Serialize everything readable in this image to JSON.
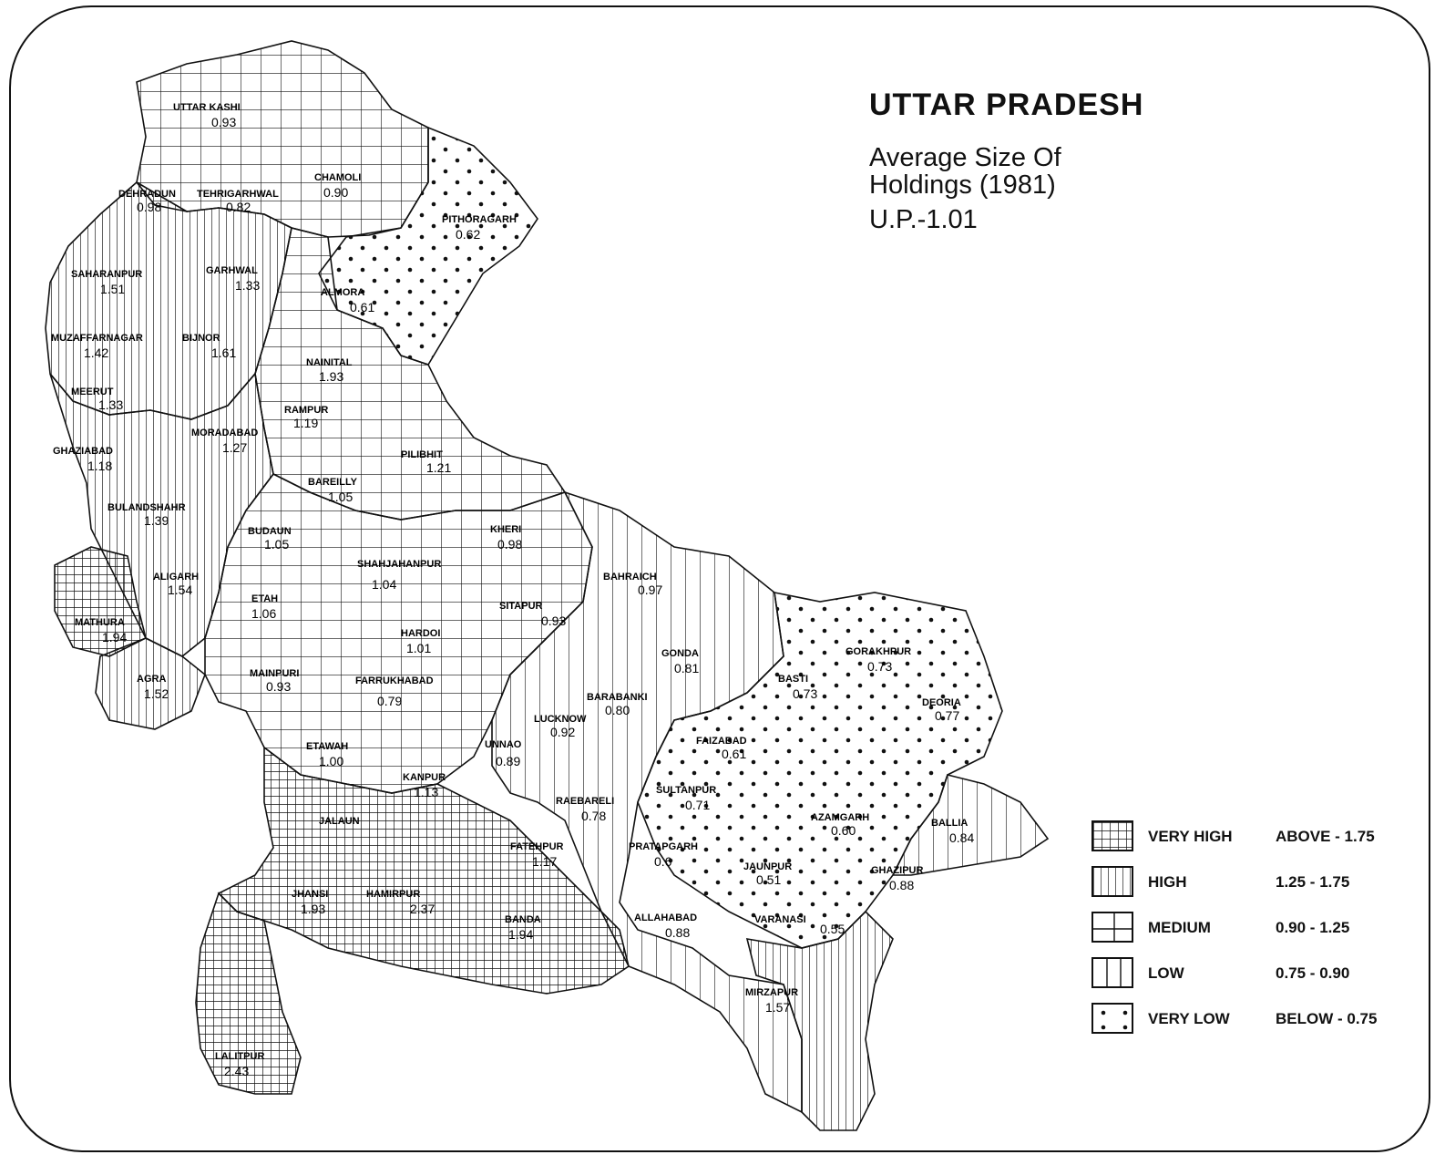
{
  "title": "UTTAR PRADESH",
  "subtitle_line1": "Average Size Of",
  "subtitle_line2": "Holdings (1981)",
  "state_average": "U.P.-1.01",
  "legend": [
    {
      "class": "VERY HIGH",
      "range": "ABOVE - 1.75",
      "pattern": "grid-dense"
    },
    {
      "class": "HIGH",
      "range": "1.25 - 1.75",
      "pattern": "vertical-dense"
    },
    {
      "class": "MEDIUM",
      "range": "0.90 - 1.25",
      "pattern": "grid-open"
    },
    {
      "class": "LOW",
      "range": "0.75 - 0.90",
      "pattern": "vertical-open"
    },
    {
      "class": "VERY LOW",
      "range": "BELOW - 0.75",
      "pattern": "dots"
    }
  ],
  "districts": [
    {
      "name": "UTTAR KASHI",
      "value": "0.93"
    },
    {
      "name": "CHAMOLI",
      "value": "0.90"
    },
    {
      "name": "DEHRADUN",
      "value": "0.98"
    },
    {
      "name": "TEHRIGARHWAL",
      "value": "0.82"
    },
    {
      "name": "PITHORAGARH",
      "value": "0.62"
    },
    {
      "name": "SAHARANPUR",
      "value": "1.51"
    },
    {
      "name": "GARHWAL",
      "value": "1.33"
    },
    {
      "name": "ALMORA",
      "value": "0.61"
    },
    {
      "name": "MUZAFFARNAGAR",
      "value": "1.42"
    },
    {
      "name": "BIJNOR",
      "value": "1.61"
    },
    {
      "name": "NAINITAL",
      "value": "1.93"
    },
    {
      "name": "MEERUT",
      "value": "1.33"
    },
    {
      "name": "RAMPUR",
      "value": "1.19"
    },
    {
      "name": "MORADABAD",
      "value": "1.27"
    },
    {
      "name": "GHAZIABAD",
      "value": "1.18"
    },
    {
      "name": "PILIBHIT",
      "value": "1.21"
    },
    {
      "name": "BAREILLY",
      "value": "1.05"
    },
    {
      "name": "BULANDSHAHR",
      "value": "1.39"
    },
    {
      "name": "BUDAUN",
      "value": "1.05"
    },
    {
      "name": "KHERI",
      "value": "0.98"
    },
    {
      "name": "SHAHJAHANPUR",
      "value": "1.04"
    },
    {
      "name": "ALIGARH",
      "value": "1.54"
    },
    {
      "name": "BAHRAICH",
      "value": "0.97"
    },
    {
      "name": "ETAH",
      "value": "1.06"
    },
    {
      "name": "MATHURA",
      "value": "1.94"
    },
    {
      "name": "SITAPUR",
      "value": "0.93"
    },
    {
      "name": "HARDOI",
      "value": "1.01"
    },
    {
      "name": "GONDA",
      "value": "0.81"
    },
    {
      "name": "GORAKHPUR",
      "value": "0.73"
    },
    {
      "name": "BASTI",
      "value": "0.73"
    },
    {
      "name": "MAINPURI",
      "value": "0.93"
    },
    {
      "name": "FARRUKHABAD",
      "value": "0.79"
    },
    {
      "name": "AGRA",
      "value": "1.52"
    },
    {
      "name": "BARABANKI",
      "value": "0.80"
    },
    {
      "name": "DEORIA",
      "value": "0.77"
    },
    {
      "name": "LUCKNOW",
      "value": "0.92"
    },
    {
      "name": "ETAWAH",
      "value": "1.00"
    },
    {
      "name": "FAIZABAD",
      "value": "0.61"
    },
    {
      "name": "UNNAO",
      "value": "0.89"
    },
    {
      "name": "KANPUR",
      "value": "1.13"
    },
    {
      "name": "SULTANPUR",
      "value": "0.71"
    },
    {
      "name": "RAEBARELI",
      "value": "0.78"
    },
    {
      "name": "AZAMGARH",
      "value": "0.60"
    },
    {
      "name": "BALLIA",
      "value": "0.84"
    },
    {
      "name": "JALAUN",
      "value": ""
    },
    {
      "name": "FATEHPUR",
      "value": "1.17"
    },
    {
      "name": "PRATAPGARH",
      "value": "0.6"
    },
    {
      "name": "JAUNPUR",
      "value": "0.51"
    },
    {
      "name": "GHAZIPUR",
      "value": "0.88"
    },
    {
      "name": "JHANSI",
      "value": "1.93"
    },
    {
      "name": "HAMIRPUR",
      "value": "2.37"
    },
    {
      "name": "BANDA",
      "value": "1.94"
    },
    {
      "name": "ALLAHABAD",
      "value": "0.88"
    },
    {
      "name": "VARANASI",
      "value": "0.55"
    },
    {
      "name": "MIRZAPUR",
      "value": "1.57"
    },
    {
      "name": "LALITPUR",
      "value": "2.43"
    }
  ]
}
